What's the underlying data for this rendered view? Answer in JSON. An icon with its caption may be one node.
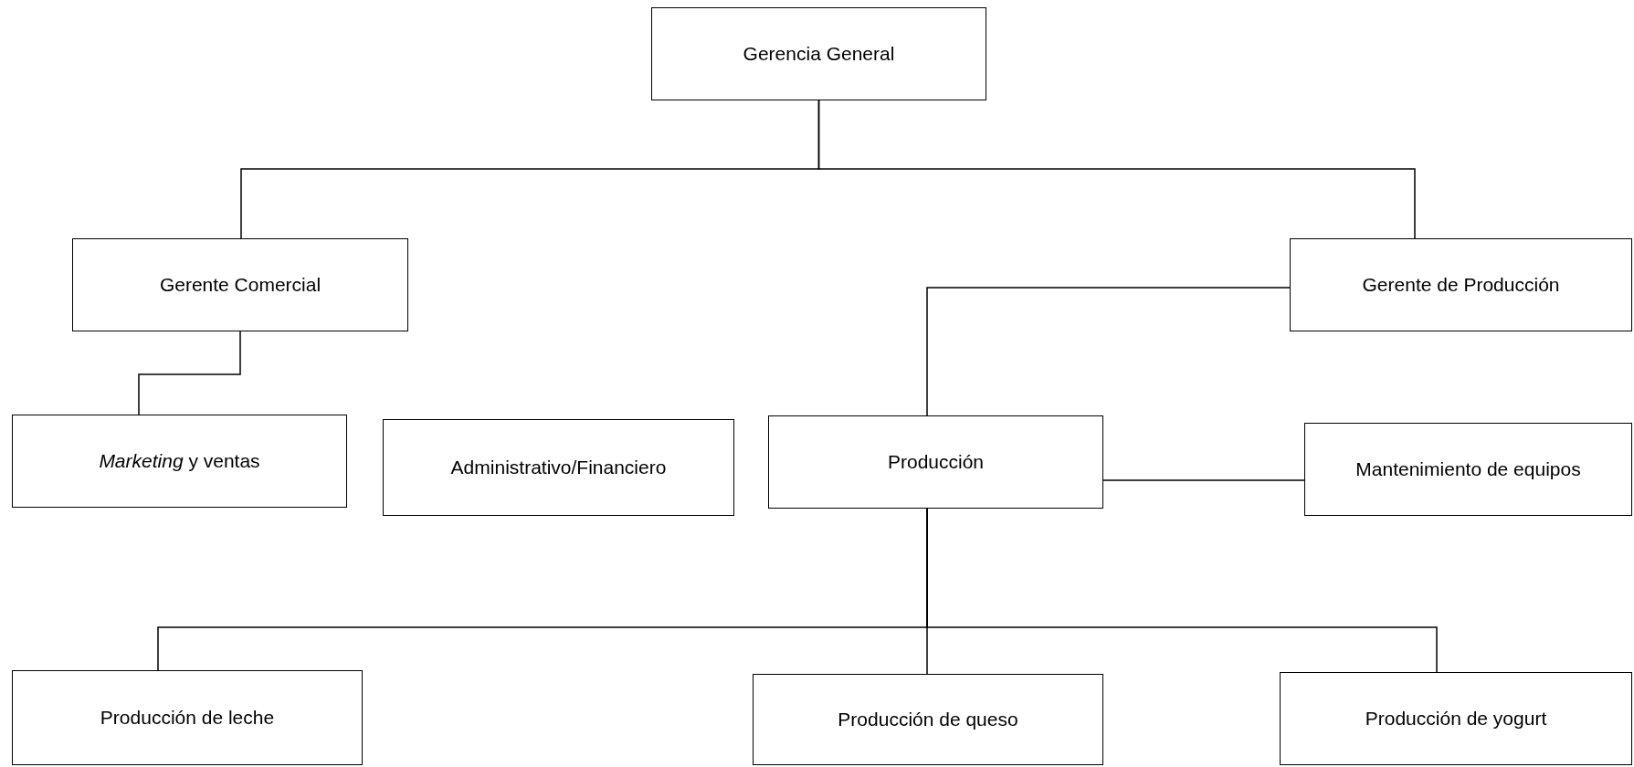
{
  "diagram": {
    "nodes": [
      {
        "text": [
          "Gerencia General"
        ]
      },
      {
        "text": [
          "Gerente Comercial"
        ]
      },
      {
        "text": [
          "Gerente de Producción"
        ]
      },
      {
        "text": [
          "*Marketing* y ventas"
        ]
      },
      {
        "text": [
          "Administrativo/Financiero"
        ]
      },
      {
        "text": [
          "Producción"
        ]
      },
      {
        "text": [
          "Mantenimiento de equipos"
        ]
      },
      {
        "text": [
          "Producción de leche"
        ]
      },
      {
        "text": [
          "Producción de queso"
        ]
      },
      {
        "text": [
          "Producción de yogurt"
        ]
      }
    ],
    "edges": [
      {
        "from": 0,
        "to": 1,
        "arrow": "none"
      },
      {
        "from": 0,
        "to": 2,
        "arrow": "none"
      },
      {
        "from": 1,
        "to": 3,
        "arrow": "none"
      },
      {
        "from": 2,
        "to": 5,
        "arrow": "none"
      },
      {
        "from": 5,
        "to": 6,
        "arrow": "none"
      },
      {
        "from": 5,
        "to": 7,
        "arrow": "none"
      },
      {
        "from": 5,
        "to": 8,
        "arrow": "none"
      },
      {
        "from": 5,
        "to": 9,
        "arrow": "none"
      }
    ]
  }
}
